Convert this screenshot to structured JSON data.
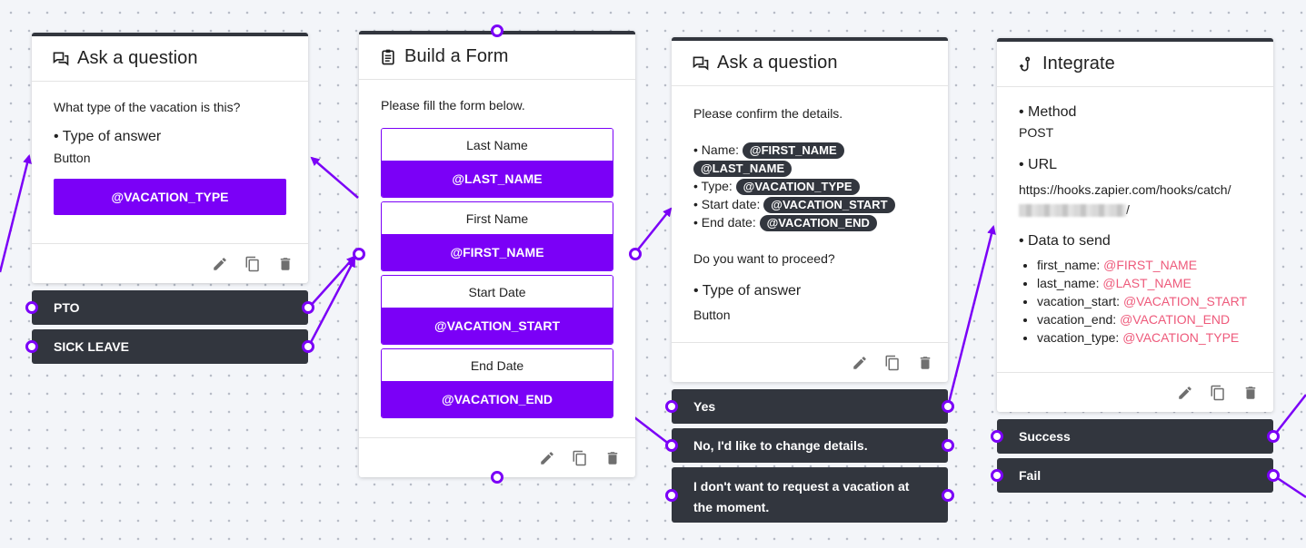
{
  "colors": {
    "accent": "#7b00f7",
    "dark": "#32363e",
    "variable": "#ee5a7b",
    "canvas": "#f3f5f9"
  },
  "nodes": {
    "ask1": {
      "title": "Ask a question",
      "icon": "chat-bubbles-icon",
      "question": "What type of the vacation is this?",
      "answer_type_label": "• Type of answer",
      "answer_type_value": "Button",
      "button_label": "@VACATION_TYPE",
      "options": [
        {
          "label": "PTO"
        },
        {
          "label": "SICK LEAVE"
        }
      ]
    },
    "form": {
      "title": "Build a Form",
      "icon": "clipboard-icon",
      "intro": "Please fill the form below.",
      "fields": [
        {
          "label": "Last Name",
          "variable": "@LAST_NAME"
        },
        {
          "label": "First Name",
          "variable": "@FIRST_NAME"
        },
        {
          "label": "Start Date",
          "variable": "@VACATION_START"
        },
        {
          "label": "End Date",
          "variable": "@VACATION_END"
        }
      ]
    },
    "ask2": {
      "title": "Ask a question",
      "icon": "chat-bubbles-icon",
      "intro": "Please confirm the details.",
      "name_label": "• Name:",
      "name_var1": "@FIRST_NAME",
      "name_var2": "@LAST_NAME",
      "type_label": "• Type:",
      "type_var": "@VACATION_TYPE",
      "start_label": "• Start date:",
      "start_var": "@VACATION_START",
      "end_label": "• End date:",
      "end_var": "@VACATION_END",
      "proceed": "Do you want to proceed?",
      "answer_type_label": "• Type of answer",
      "answer_type_value": "Button",
      "options": [
        {
          "label": "Yes"
        },
        {
          "label": "No, I'd like to change details."
        },
        {
          "label": "I don't want to request a vacation at the moment."
        }
      ]
    },
    "integrate": {
      "title": "Integrate",
      "icon": "webhook-hook-icon",
      "method_label": "• Method",
      "method_value": "POST",
      "url_label": "• URL",
      "url_value": "https://hooks.zapier.com/hooks/catch/",
      "url_suffix": "/",
      "data_label": "• Data to send",
      "data": [
        {
          "key": "first_name:",
          "value": "@FIRST_NAME"
        },
        {
          "key": "last_name:",
          "value": "@LAST_NAME"
        },
        {
          "key": "vacation_start:",
          "value": "@VACATION_START"
        },
        {
          "key": "vacation_end:",
          "value": "@VACATION_END"
        },
        {
          "key": "vacation_type:",
          "value": "@VACATION_TYPE"
        }
      ],
      "options": [
        {
          "label": "Success"
        },
        {
          "label": "Fail"
        }
      ]
    }
  },
  "footer_icons": [
    "pencil-icon",
    "copy-icon",
    "trash-icon"
  ]
}
